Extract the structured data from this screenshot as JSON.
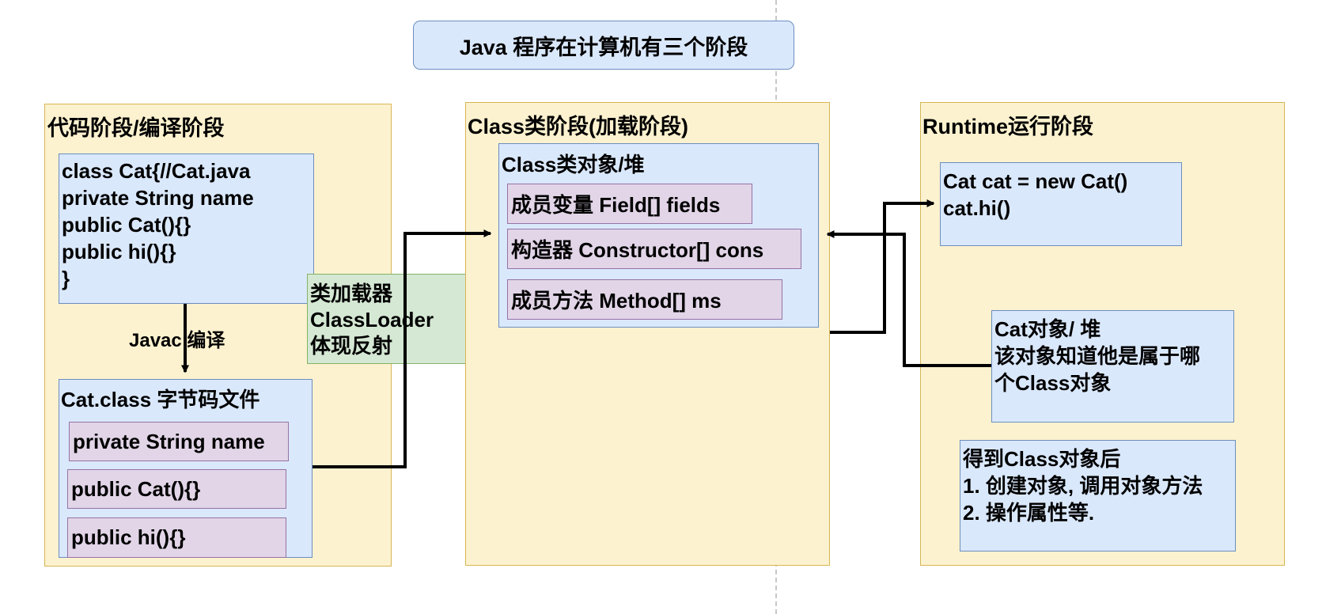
{
  "title": "Java 程序在计算机有三个阶段",
  "stage1": {
    "title": "代码阶段/编译阶段",
    "source_lines": [
      "class Cat{//Cat.java",
      "private String name",
      "public Cat(){}",
      "public hi(){}",
      "}"
    ],
    "compile_label": "Javac 编译",
    "bytecode_title": "Cat.class 字节码文件",
    "bytecode_items": [
      "private String name",
      "public Cat(){}",
      "public hi(){}"
    ]
  },
  "classloader": {
    "lines": [
      "类加载器",
      "ClassLoader",
      "体现反射"
    ]
  },
  "stage2": {
    "title": "Class类阶段(加载阶段)",
    "heap_title": "Class类对象/堆",
    "items": [
      "成员变量 Field[] fields",
      "构造器 Constructor[] cons",
      "成员方法 Method[] ms"
    ]
  },
  "stage3": {
    "title": "Runtime运行阶段",
    "code_lines": [
      "Cat cat = new Cat()",
      "cat.hi()"
    ],
    "object_lines": [
      "Cat对象/ 堆",
      "该对象知道他是属于哪",
      "个Class对象"
    ],
    "note_lines": [
      "得到Class对象后",
      "1. 创建对象, 调用对象方法",
      "2. 操作属性等."
    ]
  }
}
